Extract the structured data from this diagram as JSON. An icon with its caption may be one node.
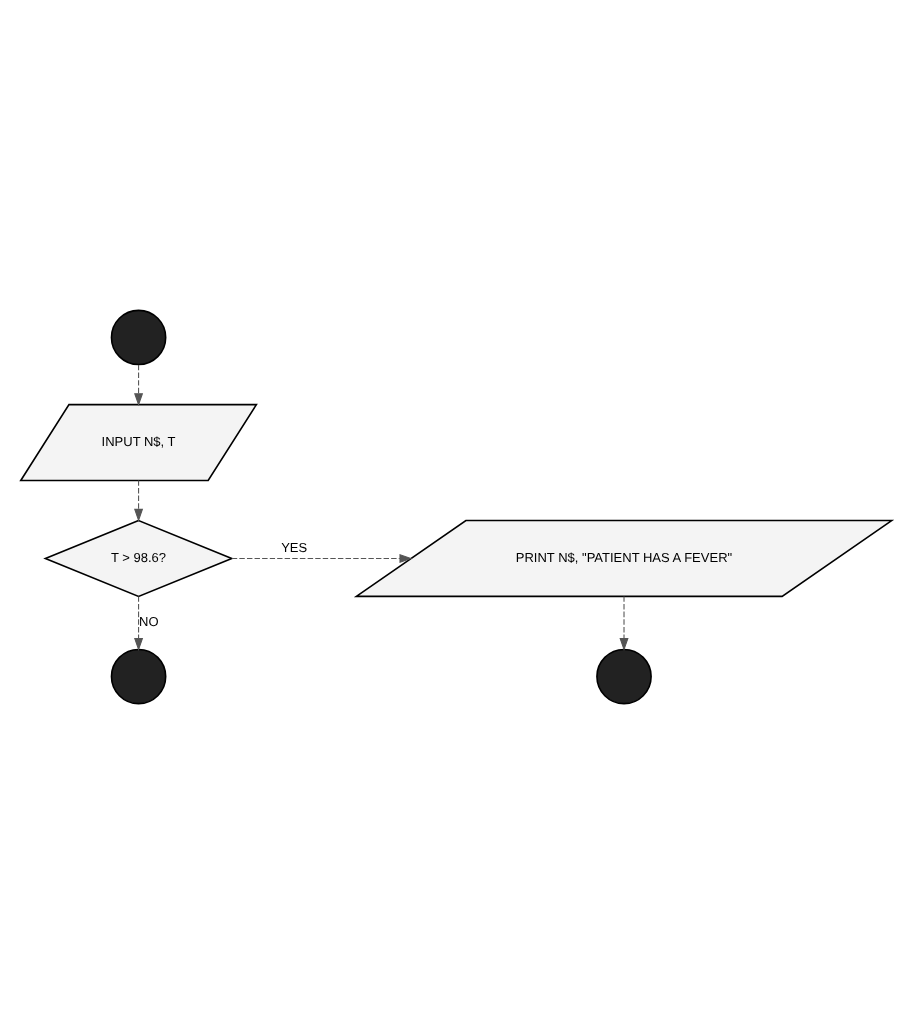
{
  "diagram": {
    "nodes": [
      {
        "text": [],
        "shape": "circle"
      },
      {
        "text": [
          "INPUT N$, T"
        ]
      },
      {
        "text": [
          "T > 98.6?"
        ]
      },
      {
        "text": [
          "PRINT N$, \"PATIENT HAS A FEVER\""
        ]
      },
      {
        "text": [],
        "shape": "circle"
      },
      {
        "text": [],
        "shape": "circle"
      }
    ],
    "edges": [
      {
        "from": 0,
        "to": 1,
        "arrow": "to"
      },
      {
        "from": 1,
        "to": 2,
        "arrow": "to"
      },
      {
        "from": 2,
        "to": 3,
        "label": "YES",
        "arrow": "to"
      },
      {
        "from": 2,
        "to": 4,
        "label": "NO",
        "arrow": "to"
      },
      {
        "from": 3,
        "to": 5,
        "arrow": "to"
      }
    ]
  }
}
